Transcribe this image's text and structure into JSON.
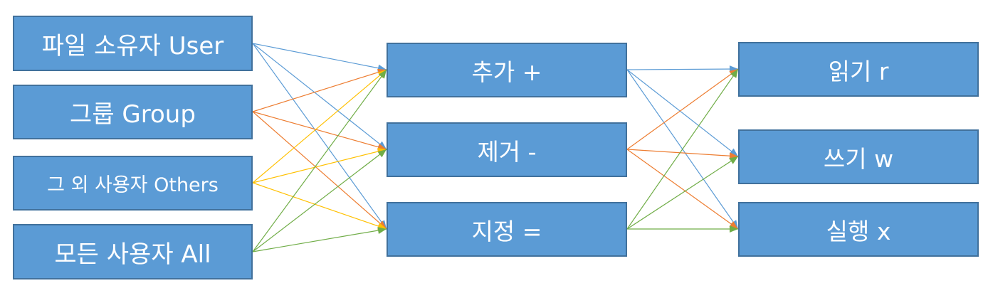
{
  "who": [
    {
      "id": "user",
      "label": "파일 소유자 User"
    },
    {
      "id": "group",
      "label": "그룹 Group"
    },
    {
      "id": "others",
      "label": "그 외 사용자 Others"
    },
    {
      "id": "all",
      "label": "모든 사용자 All"
    }
  ],
  "operators": [
    {
      "id": "add",
      "label": "추가 +"
    },
    {
      "id": "remove",
      "label": "제거 -"
    },
    {
      "id": "assign",
      "label": "지정 ="
    }
  ],
  "permissions": [
    {
      "id": "read",
      "label": "읽기 r"
    },
    {
      "id": "write",
      "label": "쓰기 w"
    },
    {
      "id": "execute",
      "label": "실행 x"
    }
  ],
  "edges_who_to_operator": [
    {
      "from": "user",
      "to": "add",
      "color": "#5b9bd5"
    },
    {
      "from": "user",
      "to": "remove",
      "color": "#5b9bd5"
    },
    {
      "from": "user",
      "to": "assign",
      "color": "#5b9bd5"
    },
    {
      "from": "group",
      "to": "add",
      "color": "#ed7d31"
    },
    {
      "from": "group",
      "to": "remove",
      "color": "#ed7d31"
    },
    {
      "from": "group",
      "to": "assign",
      "color": "#ed7d31"
    },
    {
      "from": "others",
      "to": "add",
      "color": "#ffc000"
    },
    {
      "from": "others",
      "to": "remove",
      "color": "#ffc000"
    },
    {
      "from": "others",
      "to": "assign",
      "color": "#ffc000"
    },
    {
      "from": "all",
      "to": "add",
      "color": "#70ad47"
    },
    {
      "from": "all",
      "to": "remove",
      "color": "#70ad47"
    },
    {
      "from": "all",
      "to": "assign",
      "color": "#70ad47"
    }
  ],
  "edges_operator_to_permission": [
    {
      "from": "add",
      "to": "read",
      "color": "#5b9bd5"
    },
    {
      "from": "add",
      "to": "write",
      "color": "#5b9bd5"
    },
    {
      "from": "add",
      "to": "execute",
      "color": "#5b9bd5"
    },
    {
      "from": "remove",
      "to": "read",
      "color": "#ed7d31"
    },
    {
      "from": "remove",
      "to": "write",
      "color": "#ed7d31"
    },
    {
      "from": "remove",
      "to": "execute",
      "color": "#ed7d31"
    },
    {
      "from": "assign",
      "to": "read",
      "color": "#70ad47"
    },
    {
      "from": "assign",
      "to": "write",
      "color": "#70ad47"
    },
    {
      "from": "assign",
      "to": "execute",
      "color": "#70ad47"
    }
  ]
}
